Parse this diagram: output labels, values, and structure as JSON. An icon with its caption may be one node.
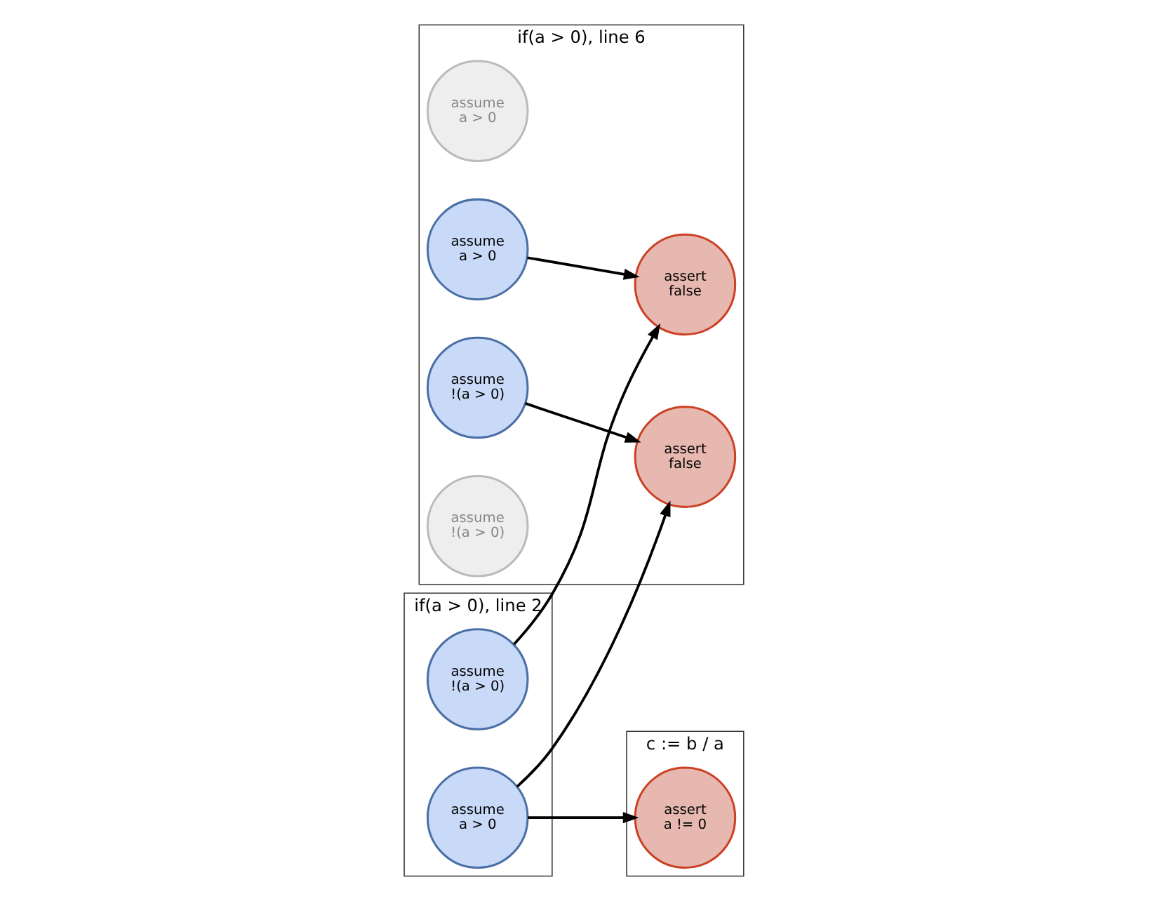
{
  "diagram": {
    "nodes": [
      {
        "text": [
          "if(a > 0), line 2"
        ]
      },
      {
        "text": [
          "if(a > 0), line 6"
        ]
      },
      {
        "text": [
          "c := b / a"
        ]
      },
      {
        "text": [
          "assume",
          "a > 0"
        ],
        "in": 0
      },
      {
        "text": [
          "assume",
          "!(a > 0)"
        ],
        "in": 0
      },
      {
        "text": [
          "assume",
          "a > 0"
        ],
        "in": 1
      },
      {
        "text": [
          "assume",
          "!(a > 0)"
        ],
        "in": 1
      },
      {
        "text": [
          "assert",
          "false"
        ],
        "in": 1
      },
      {
        "text": [
          "assume",
          "a > 0"
        ],
        "in": 1
      },
      {
        "text": [
          "assert",
          "false"
        ],
        "in": 1
      },
      {
        "text": [
          "assume",
          "!(a > 0)"
        ],
        "in": 1
      },
      {
        "text": [
          "assert",
          "a != 0"
        ],
        "in": 2
      }
    ],
    "edges": [
      {
        "from": 3,
        "to": 11,
        "arrow": "to"
      },
      {
        "from": 3,
        "to": 7,
        "arrow": "to"
      },
      {
        "from": 6,
        "to": 7,
        "arrow": "to"
      },
      {
        "from": 8,
        "to": 9,
        "arrow": "to"
      },
      {
        "from": 4,
        "to": 9,
        "arrow": "to"
      }
    ]
  }
}
